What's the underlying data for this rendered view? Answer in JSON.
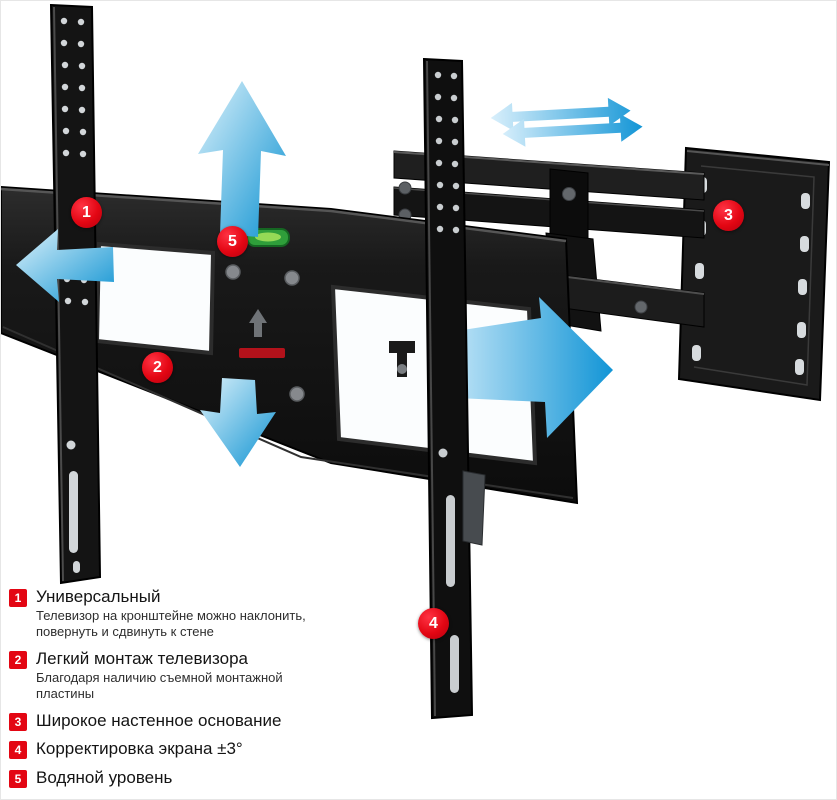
{
  "callouts": [
    {
      "num": "1"
    },
    {
      "num": "2"
    },
    {
      "num": "3"
    },
    {
      "num": "4"
    },
    {
      "num": "5"
    }
  ],
  "legend": {
    "items": [
      {
        "num": "1",
        "title": "Универсальный",
        "desc": "Телевизор на кронштейне можно наклонить,\nповернуть и сдвинуть к стене"
      },
      {
        "num": "2",
        "title": "Легкий монтаж телевизора",
        "desc": "Благодаря наличию съемной монтажной\nпластины"
      },
      {
        "num": "3",
        "title": "Широкое настенное основание",
        "desc": ""
      },
      {
        "num": "4",
        "title": "Корректировка экрана ±3°",
        "desc": ""
      },
      {
        "num": "5",
        "title": "Водяной уровень",
        "desc": ""
      }
    ]
  },
  "colors": {
    "accent_red": "#e30613",
    "arrow_blue": "#169fd9",
    "level_green": "#3fae4a",
    "metal_dark": "#161616"
  }
}
